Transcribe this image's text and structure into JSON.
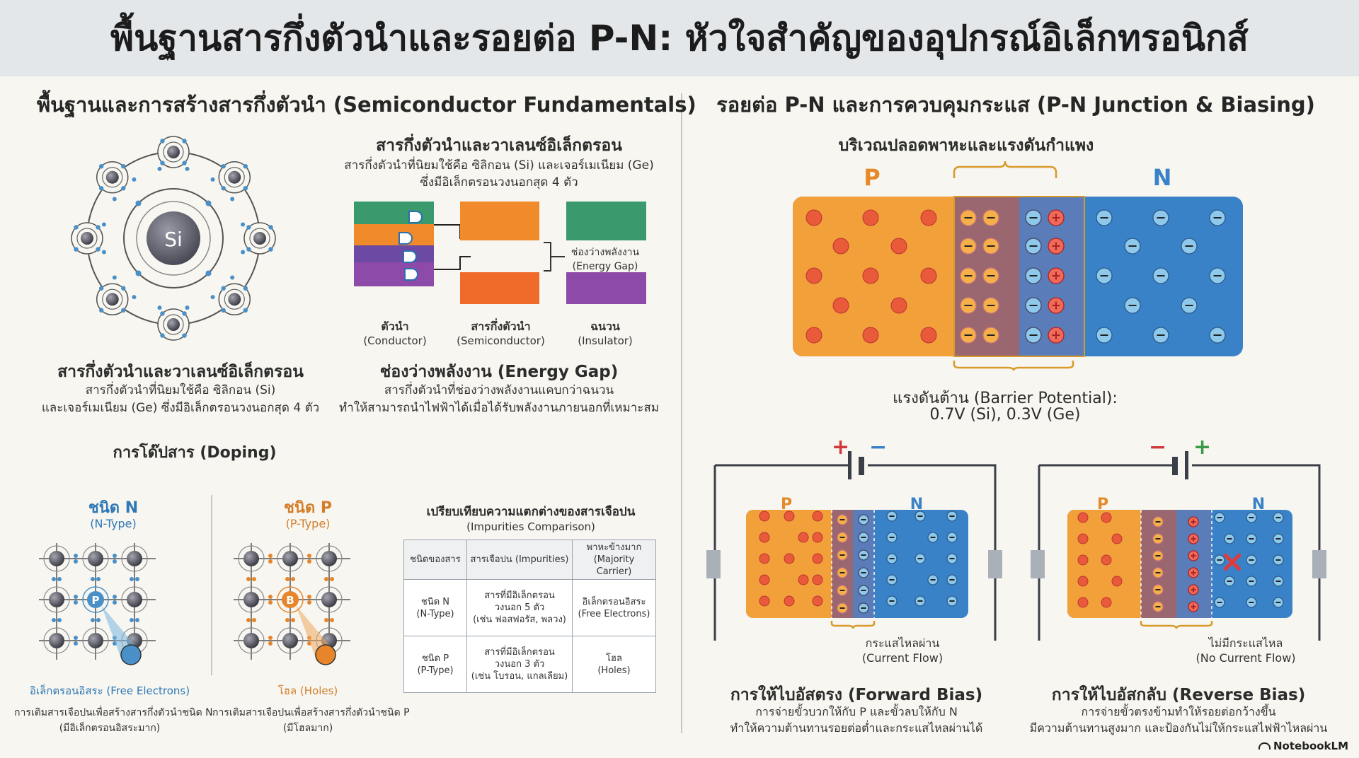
{
  "title": "พื้นฐานสารกึ่งตัวนำและรอยต่อ P-N: หัวใจสำคัญของอุปกรณ์อิเล็กทรอนิกส์",
  "left": {
    "heading": "พื้นฐานและการสร้างสารกึ่งตัวนำ (Semiconductor Fundamentals)",
    "atom_symbol": "Si",
    "valence": {
      "title": "สารกึ่งตัวนำและวาเลนซ์อิเล็กตรอน",
      "line1": "สารกึ่งตัวนำที่นิยมใช้คือ ซิลิกอน (Si)",
      "line2": "และเจอร์เมเนียม (Ge) ซึ่งมีอิเล็กตรอนวงนอกสุด 4 ตัว"
    },
    "band": {
      "title": "สารกึ่งตัวนำและวาเลนซ์อิเล็กตรอน",
      "line1": "สารกึ่งตัวนำที่นิยมใช้คือ ซิลิกอน (Si) และเจอร์เมเนียม (Ge)",
      "line2": "ซึ่งมีอิเล็กตรอนวงนอกสุด 4 ตัว",
      "gap_label1": "ช่องว่างพลังงาน",
      "gap_label2": "(Energy Gap)",
      "cols": [
        {
          "th": "ตัวนำ",
          "en": "(Conductor)"
        },
        {
          "th": "สารกึ่งตัวนำ",
          "en": "(Semiconductor)"
        },
        {
          "th": "ฉนวน",
          "en": "(Insulator)"
        }
      ],
      "colors": {
        "conduction": "#3a9a6e",
        "semi_top": "#f08a2a",
        "semi_bottom": "#f06a2a",
        "valence": "#8e4aa8"
      }
    },
    "energy_gap": {
      "title": "ช่องว่างพลังงาน (Energy Gap)",
      "line1": "สารกึ่งตัวนำที่ช่องว่างพลังงานแคบกว่าฉนวน",
      "line2": "ทำให้สามารถนำไฟฟ้าได้เมื่อได้รับพลังงานภายนอกที่เหมาะสม"
    },
    "doping": {
      "title": "การโด๊ปสาร (Doping)",
      "n_type": {
        "title": "ชนิด N",
        "sub": "(N-Type)",
        "dopant": "P",
        "carrier": "อิเล็กตรอนอิสระ (Free Electrons)",
        "note1": "การเติมสารเจือปนเพื่อสร้างสารกึ่งตัวนำชนิด N",
        "note2": "(มีอิเล็กตรอนอิสระมาก)"
      },
      "p_type": {
        "title": "ชนิด P",
        "sub": "(P-Type)",
        "dopant": "B",
        "carrier": "โฮล (Holes)",
        "note1": "การเติมสารเจือปนเพื่อสร้างสารกึ่งตัวนำชนิด P",
        "note2": "(มีโฮลมาก)"
      }
    },
    "comparison": {
      "title": "เปรียบเทียบความแตกต่างของสารเจือปน",
      "subtitle": "(Impurities Comparison)",
      "headers": [
        "ชนิดของสาร",
        "สารเจือปน (Impurities)",
        "พาหะข้างมาก\n(Majority Carrier)"
      ],
      "rows": [
        [
          "ชนิด N\n(N-Type)",
          "สารที่มีอิเล็กตรอน\nวงนอก 5 ตัว\n(เช่น ฟอสฟอรัส, พลวง)",
          "อิเล็กตรอนอิสระ\n(Free Electrons)"
        ],
        [
          "ชนิด P\n(P-Type)",
          "สารที่มีอิเล็กตรอน\nวงนอก 3 ตัว\n(เช่น โบรอน, แกลเลียม)",
          "โฮล\n(Holes)"
        ]
      ]
    }
  },
  "right": {
    "heading": "รอยต่อ P-N และการควบคุมกระแส (P-N Junction & Biasing)",
    "depletion": {
      "title": "บริเวณปลอดพาหะและแรงดันกำแพง",
      "p_label": "P",
      "n_label": "N",
      "barrier1": "แรงดันต้าน (Barrier Potential):",
      "barrier2": "0.7V (Si), 0.3V (Ge)",
      "colors": {
        "p": "#f2a03a",
        "n": "#3a82c8",
        "dep_p": "#9a6670",
        "dep_n": "#5a7cb8"
      }
    },
    "forward": {
      "p_label": "P",
      "n_label": "N",
      "pos": "+",
      "neg": "−",
      "flow1": "กระแสไหลผ่าน",
      "flow2": "(Current Flow)",
      "title": "การให้ไบอัสตรง (Forward Bias)",
      "line1": "การจ่ายขั้วบวกให้กับ P และขั้วลบให้กับ N",
      "line2": "ทำให้ความต้านทานรอยต่อต่ำและกระแสไหลผ่านได้"
    },
    "reverse": {
      "p_label": "P",
      "n_label": "N",
      "pos": "+",
      "neg": "−",
      "flow1": "ไม่มีกระแสไหล",
      "flow2": "(No Current Flow)",
      "title": "การให้ไบอัสกลับ (Reverse Bias)",
      "line1": "การจ่ายขั้วตรงข้ามทำให้รอยต่อกว้างขึ้น",
      "line2": "มีความต้านทานสูงมาก และป้องกันไม่ให้กระแสไฟฟ้าไหลผ่าน"
    }
  },
  "brand": "NotebookLM"
}
